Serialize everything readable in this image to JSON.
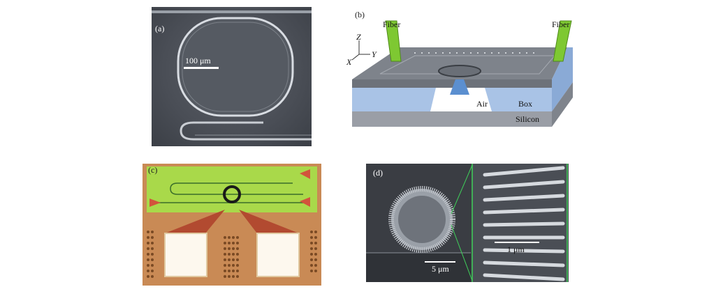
{
  "panels": {
    "a": {
      "label": "(a)",
      "scale_label": "100 μm"
    },
    "b": {
      "label": "(b)",
      "fiber_left": "Fiber",
      "fiber_right": "Fiber",
      "axis_z": "Z",
      "axis_y": "Y",
      "axis_x": "X",
      "air": "Air",
      "box": "Box",
      "silicon": "Silicon"
    },
    "c": {
      "label": "(c)"
    },
    "d": {
      "label": "(d)",
      "scale_left": "5 μm",
      "scale_right": "1 μm"
    }
  },
  "colors": {
    "sem_gray": "#4a4e56",
    "chip_green": "#a9d94a",
    "pad_copper": "#c98a55",
    "box_blue": "#a9c3e6",
    "silicon_gray": "#9a9ea6",
    "fiber_green": "#7ec832"
  }
}
